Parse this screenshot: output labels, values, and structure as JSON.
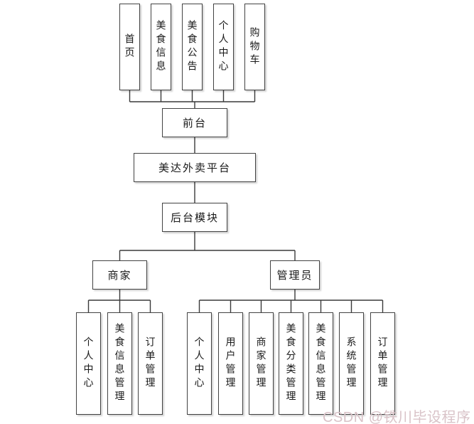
{
  "diagram": {
    "platform": "美达外卖平台",
    "frontend": {
      "label": "前台",
      "pages": [
        "首页",
        "美食信息",
        "美食公告",
        "个人中心",
        "购物车"
      ]
    },
    "backend": {
      "label": "后台模块",
      "roles": {
        "merchant": {
          "label": "商家",
          "functions": [
            "个人中心",
            "美食信息管理",
            "订单管理"
          ]
        },
        "admin": {
          "label": "管理员",
          "functions": [
            "个人中心",
            "用户管理",
            "商家管理",
            "美食分类管理",
            "美食信息管理",
            "系统管理",
            "订单管理"
          ]
        }
      }
    }
  },
  "watermark": {
    "text": "CSDN @铁川毕设程序"
  },
  "colors": {
    "bg": "#ffffff",
    "text_color": "#1a1a1a",
    "box_border": "#424242",
    "line_color": "#3a3a3a",
    "watermark_color": "#d9c3c8"
  }
}
